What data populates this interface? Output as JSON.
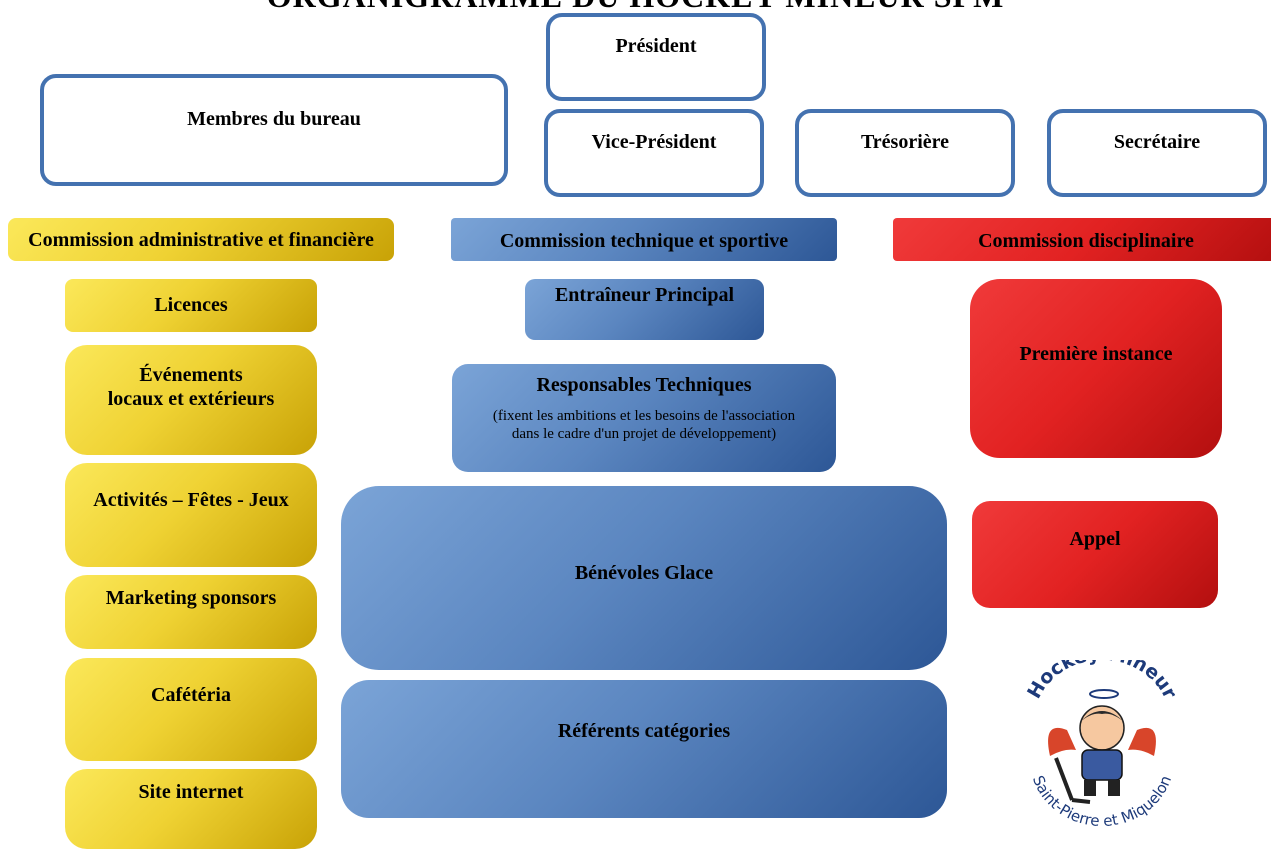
{
  "title": "ORGANIGRAMME DU HOCKEY MINEUR SPM",
  "bureau": {
    "members_label": "Membres du bureau",
    "president": "Président",
    "vice_president": "Vice-Président",
    "tresoriere": "Trésorière",
    "secretaire": "Secrétaire"
  },
  "commissions": {
    "admin": {
      "title": "Commission administrative et financière",
      "items": [
        "Licences",
        "Événements",
        "locaux et extérieurs",
        "Activités – Fêtes - Jeux",
        "Marketing sponsors",
        "Cafétéria",
        "Site internet"
      ]
    },
    "tech": {
      "title": "Commission technique et sportive",
      "coach": "Entraîneur Principal",
      "resp_title": "Responsables Techniques",
      "resp_note_1": "(fixent les ambitions et les besoins de l'association",
      "resp_note_2": "dans le cadre d'un projet de développement)",
      "benevoles": "Bénévoles Glace",
      "referents": "Référents catégories"
    },
    "disc": {
      "title": "Commission disciplinaire",
      "first": "Première instance",
      "appeal": "Appel"
    }
  },
  "logo": {
    "top_text": "Hockey Mineur",
    "bottom_text": "Saint-Pierre et Miquelon"
  },
  "colors": {
    "outline": "#4472b0",
    "yellow": "#efd233",
    "blue": "#5b86c0",
    "red": "#e22222"
  }
}
